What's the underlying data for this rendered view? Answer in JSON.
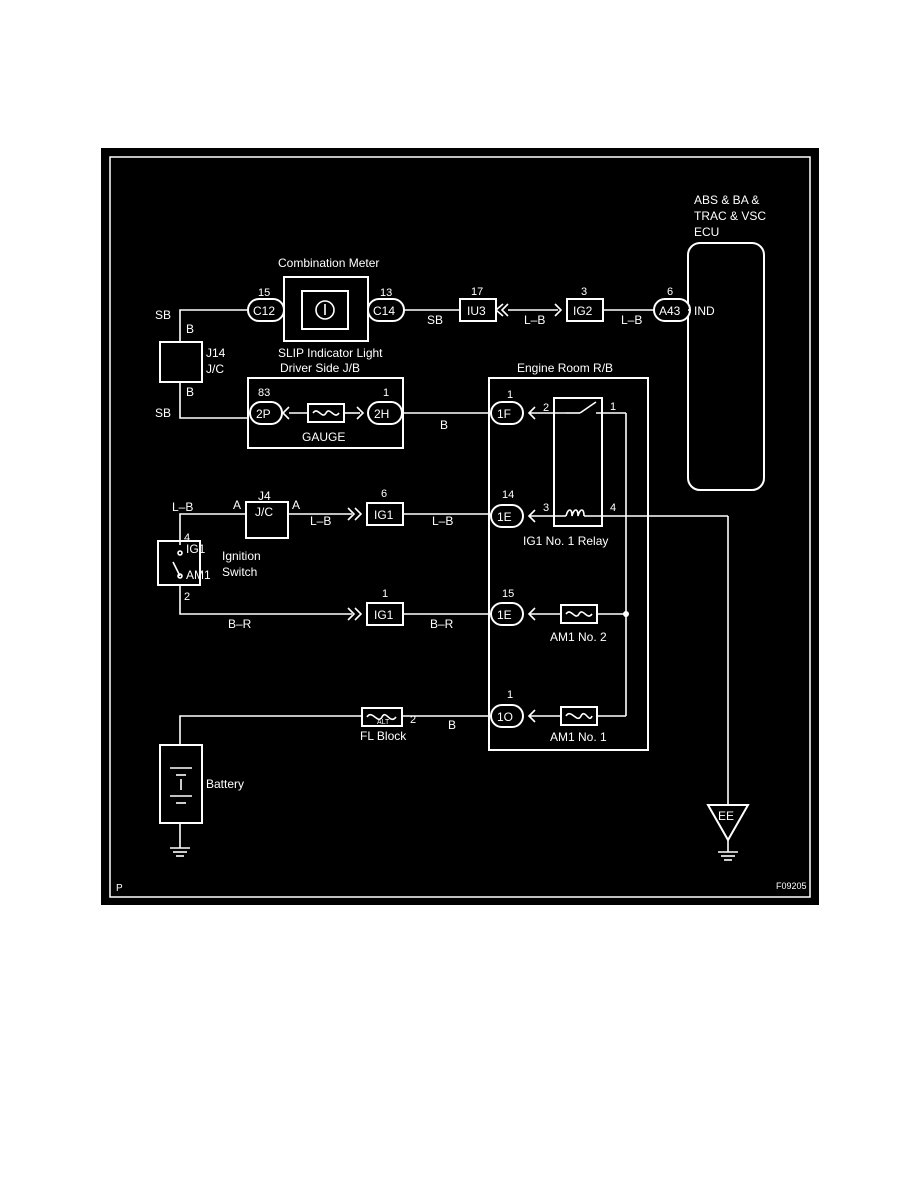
{
  "corner_left": "P",
  "figure_id": "F09205",
  "ecu": {
    "line1": "ABS & BA &",
    "line2": "TRAC & VSC",
    "line3": "ECU",
    "pin": "6",
    "connector": "A43",
    "terminal": "IND"
  },
  "combination_meter": {
    "title": "Combination Meter",
    "left_pin": "15",
    "left_connector": "C12",
    "right_pin": "13",
    "right_connector": "C14",
    "indicator_label": "SLIP Indicator Light"
  },
  "iu3": {
    "pin": "17",
    "connector": "IU3"
  },
  "ig2": {
    "pin": "3",
    "connector": "IG2"
  },
  "j14": {
    "name": "J14",
    "sub": "J/C",
    "top_wire": "B",
    "bottom_wire": "B"
  },
  "driver_jb": {
    "title": "Driver Side J/B",
    "left_pin": "83",
    "left_connector": "2P",
    "right_pin": "1",
    "right_connector": "2H",
    "fuse": "GAUGE"
  },
  "engine_room_rb": {
    "title": "Engine Room R/B",
    "relay": "IG1 No. 1 Relay",
    "fuse_am1_no2": "AM1 No. 2",
    "fuse_am1_no1": "AM1 No. 1",
    "c1f": {
      "pin": "1",
      "label": "1F"
    },
    "c1e_a": {
      "pin": "14",
      "label": "1E"
    },
    "c1e_b": {
      "pin": "15",
      "label": "1E"
    },
    "c1o": {
      "pin": "1",
      "label": "1O"
    },
    "relay_pin_2": "2",
    "relay_pin_1": "1",
    "relay_pin_3": "3",
    "relay_pin_4": "4"
  },
  "j4": {
    "name": "J4",
    "sub": "J/C",
    "left": "A",
    "right": "A"
  },
  "ig1_a": {
    "pin": "6",
    "connector": "IG1"
  },
  "ig1_b": {
    "pin": "1",
    "connector": "IG1"
  },
  "ignition_switch": {
    "line1": "Ignition",
    "line2": "Switch",
    "t_ig1": "IG1",
    "t_am1": "AM1",
    "pin_top": "4",
    "pin_bottom": "2"
  },
  "fl_block": {
    "label": "FL Block",
    "fuse": "ALT",
    "pin": "2"
  },
  "battery": {
    "label": "Battery"
  },
  "ground": {
    "label": "EE"
  },
  "wires": {
    "sb_top": "SB",
    "sb_left": "SB",
    "sb_mid": "SB",
    "lb_ecu_a": "L–B",
    "lb_ecu_b": "L–B",
    "b_jb": "B",
    "lb_left": "L–B",
    "lb_j4": "L–B",
    "lb_ig1": "L–B",
    "br_left": "B–R",
    "br_right": "B–R",
    "b_fl": "B"
  },
  "colors": {
    "background": "#000000",
    "ink": "#ffffff",
    "page": "#ffffff"
  }
}
